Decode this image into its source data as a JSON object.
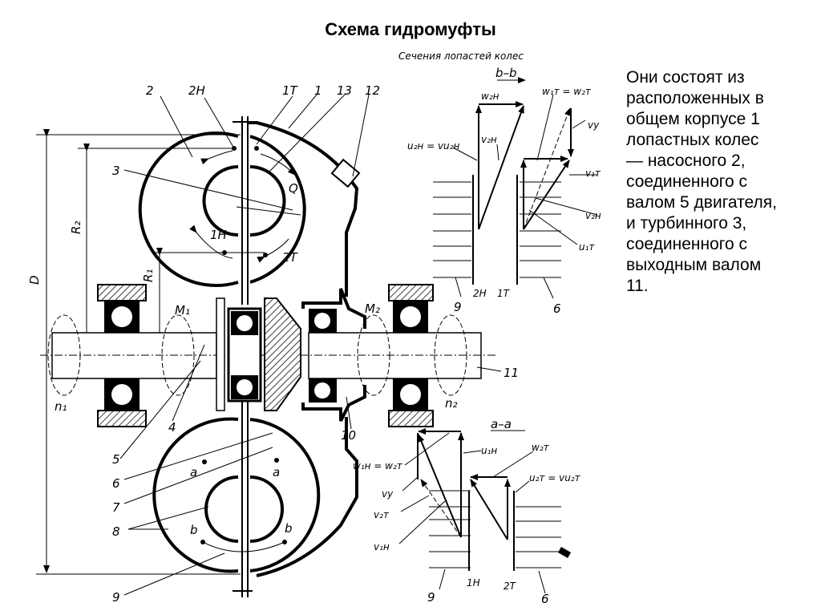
{
  "title": "Схема гидромуфты",
  "description_lines": [
    "Они состоят из",
    "расположенных в",
    "общем корпусе 1",
    "лопастных колес",
    "— насосного 2,",
    "соединенного с",
    "валом 5 двигателя,",
    "и турбинного 3,",
    "соединенного с",
    "выходным валом",
    "11."
  ],
  "diagram": {
    "section_heading": "Сечения лопастей колес",
    "section_bb": "b–b",
    "section_aa": "a–a",
    "part_labels": {
      "p1": "1",
      "p2": "2",
      "p3": "3",
      "p4": "4",
      "p5": "5",
      "p6": "6",
      "p7": "7",
      "p8": "8",
      "p9": "9",
      "p10": "10",
      "p11": "11",
      "p12": "12",
      "p13": "13"
    },
    "point_labels": {
      "p2H": "2H",
      "p1T": "1T",
      "p1H": "1H",
      "p2T": "2T",
      "Q": "Q",
      "a": "a",
      "b": "b"
    },
    "dimension_labels": {
      "D": "D",
      "R2": "R₂",
      "R1": "R₁",
      "M1": "M₁",
      "M2": "M₂",
      "n1": "n₁",
      "n2": "n₂"
    },
    "bb_vectors": {
      "w2H": "w₂н",
      "u2H_eq": "u₂н = vu₂н",
      "v2H": "v₂н",
      "w1T_eq": "w₁т = w₂т",
      "vy": "vy",
      "v1T": "v₁т",
      "v2H_r": "v₂н",
      "u1T": "u₁т",
      "label_9": "9",
      "label_6": "6",
      "label_2H": "2H",
      "label_1T": "1T"
    },
    "aa_vectors": {
      "u1H": "u₁н",
      "w2T": "w₂т",
      "w1H_eq": "w₁н = w₂т",
      "u2T_eq": "u₂т = vu₂т",
      "vy": "vy",
      "v2T": "v₂т",
      "v1H": "v₁н",
      "label_9": "9",
      "label_6": "6",
      "label_1H": "1H",
      "label_2T": "2T"
    }
  }
}
